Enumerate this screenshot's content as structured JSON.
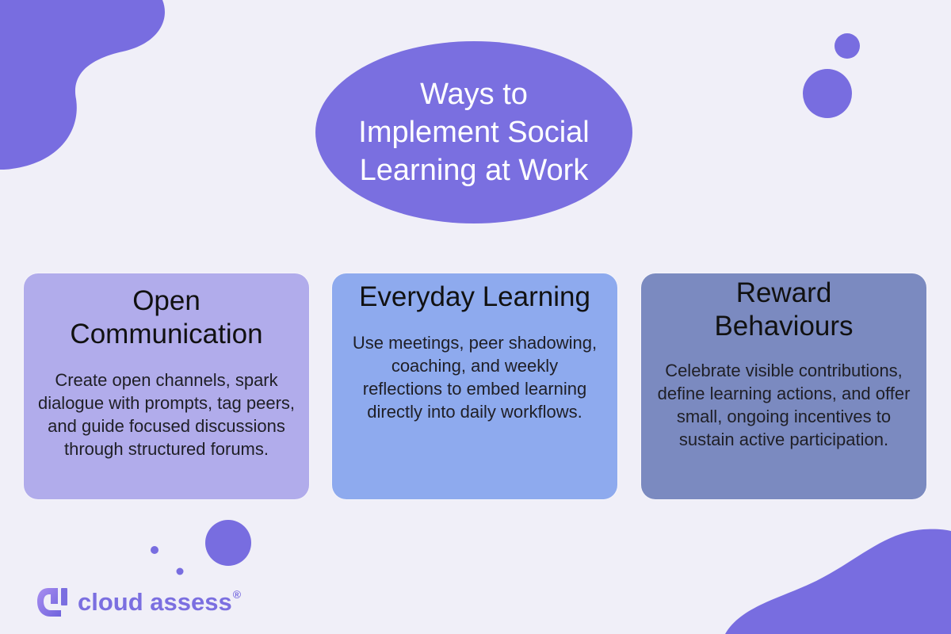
{
  "title": "Ways to Implement Social Learning at Work",
  "cards": [
    {
      "title": "Open Communication",
      "body": "Create open channels, spark dialogue with prompts, tag peers, and guide focused discussions through structured forums.",
      "color": "#b1aceb"
    },
    {
      "title": "Everyday Learning",
      "body": "Use meetings, peer shadowing, coaching, and weekly reflections to embed learning directly into daily workflows.",
      "color": "#8eaaee"
    },
    {
      "title": "Reward Behaviours",
      "body": "Celebrate visible contributions, define learning actions, and offer small, ongoing incentives to sustain active participation.",
      "color": "#7b8ac0"
    }
  ],
  "logo": {
    "name": "cloud assess",
    "registered": "®",
    "icon": "cloud-assess-logo-icon"
  },
  "colors": {
    "background": "#f0eff8",
    "accent": "#7a6fe0"
  }
}
